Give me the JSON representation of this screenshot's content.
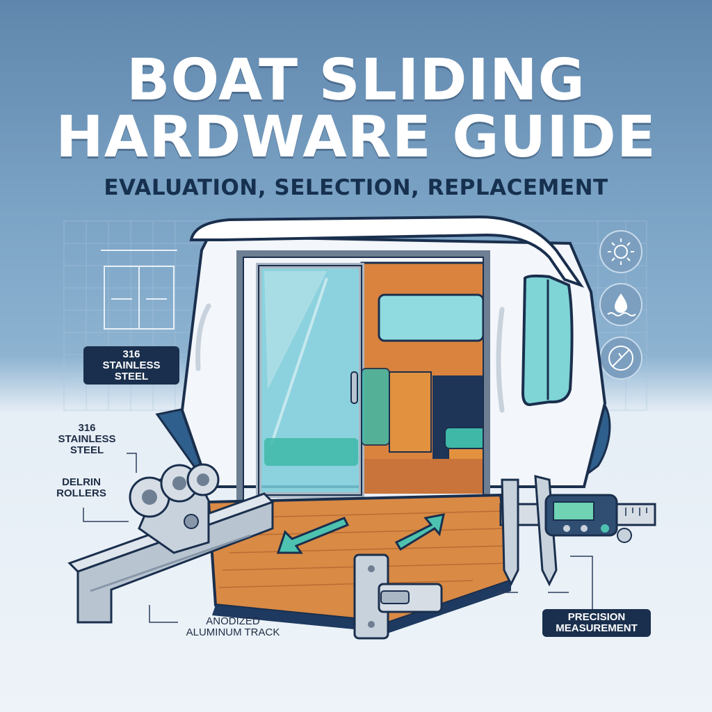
{
  "header": {
    "title_line1": "BOAT SLIDING",
    "title_line2": "HARDWARE GUIDE",
    "subtitle": "EVALUATION, SELECTION, REPLACEMENT"
  },
  "callouts": {
    "stainless_box_line1": "316",
    "stainless_box_line2": "STAINLESS",
    "stainless_box_line3": "STEEL",
    "stainless_left_line1": "316",
    "stainless_left_line2": "STAINLESS",
    "stainless_left_line3": "STEEL",
    "delrin_line1": "DELRIN",
    "delrin_line2": "ROLLERS",
    "track_line1": "ANODIZED",
    "track_line2": "ALUMINUM TRACK",
    "measure_line1": "PRECISION",
    "measure_line2": "MEASUREMENT"
  },
  "icons": [
    "sun-icon",
    "water-drop-icon",
    "no-corrosion-icon"
  ],
  "colors": {
    "navy": "#1a2f4d",
    "deck_teak": "#d98a45",
    "seat_teal": "#3fb8a8",
    "interior_orange": "#d9833f",
    "hull_blue": "#2f5f8c",
    "arrow_teal": "#4ec2b0"
  }
}
